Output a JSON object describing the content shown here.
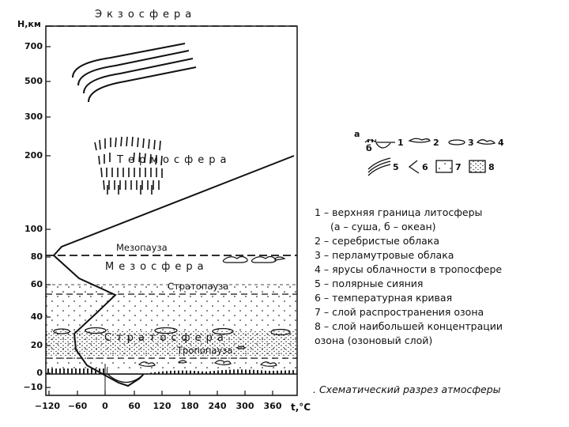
{
  "diagram": {
    "exosphere_label": "Экзосфера",
    "thermosphere_label": "Термосфера",
    "mesopause_label": "Мезопауза",
    "mesosphere_label": "Мезосфера",
    "stratopause_label": "Стратопауза",
    "stratosphere_label": "Стратосфера",
    "tropopause_label": "Тропопауза",
    "y_axis_title": "Н,км",
    "x_axis_title": "t,°C",
    "y_ticks": [
      "700",
      "500",
      "300",
      "200",
      "100",
      "80",
      "60",
      "40",
      "20",
      "0",
      "−10"
    ],
    "x_ticks": [
      "−120",
      "−60",
      "0",
      "60",
      "120",
      "180",
      "240",
      "300",
      "360"
    ]
  },
  "legend_symbols": {
    "a": "а",
    "b": "б",
    "n1": "1",
    "n2": "2",
    "n3": "3",
    "n4": "4",
    "n5": "5",
    "n6": "6",
    "n7": "7",
    "n8": "8"
  },
  "legend": [
    "1 – верхняя граница литосферы",
    "(а – суша, б – океан)",
    "2 – серебристые облака",
    "3 –  перламутровые облака",
    "4 – ярусы облачности в  тропосфере",
    "5 – полярные сияния",
    "6 – температурная кривая",
    "7 – слой распространения  озона",
    "8 – слой наибольшей  концентрации",
    "озона (озоновый слой)"
  ],
  "caption": ". Схематический разрез  атмосферы"
}
